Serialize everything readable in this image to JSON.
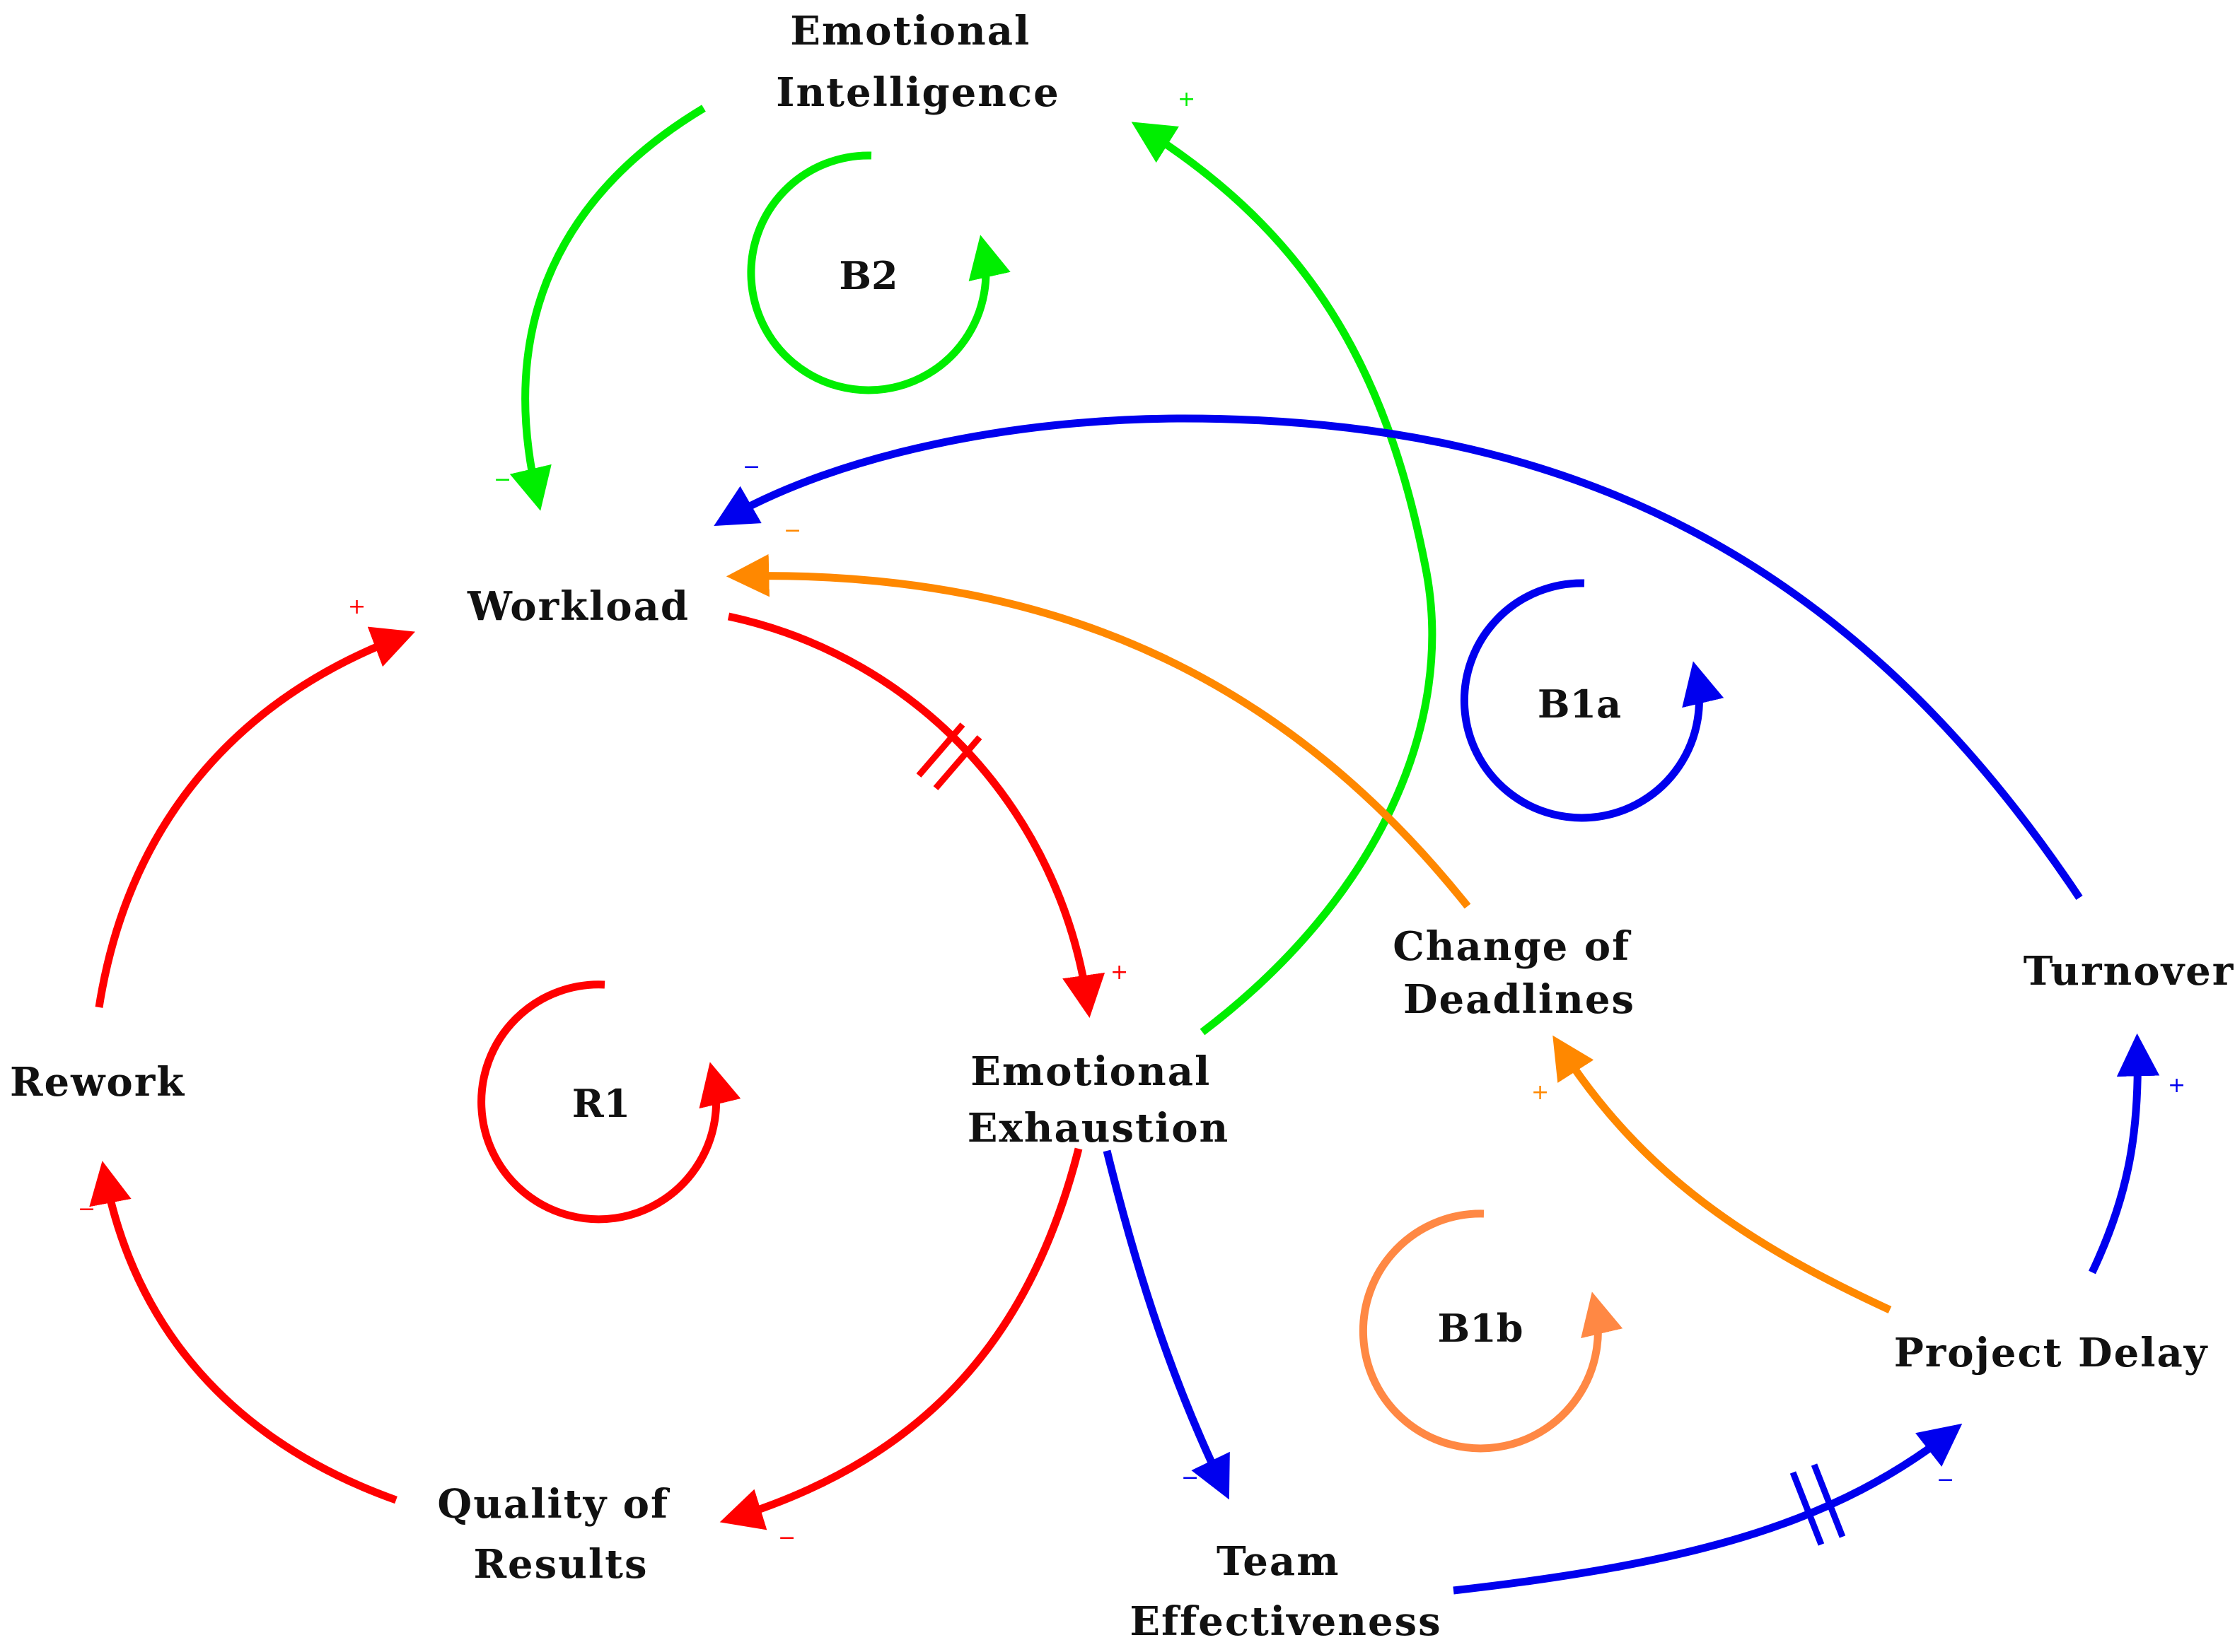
{
  "colors": {
    "red": "#ff0000",
    "green": "#00ee00",
    "blue": "#0000ee",
    "orange": "#ff8800",
    "coral": "#ff8844"
  },
  "nodes": {
    "emotional_intelligence": [
      "Emotional",
      "Intelligence"
    ],
    "workload": [
      "Workload"
    ],
    "rework": [
      "Rework"
    ],
    "quality_of_results": [
      "Quality of",
      "Results"
    ],
    "emotional_exhaustion": [
      "Emotional",
      "Exhaustion"
    ],
    "change_of_deadlines": [
      "Change of",
      "Deadlines"
    ],
    "turnover": [
      "Turnover"
    ],
    "project_delay": [
      "Project Delay"
    ],
    "team_effectiveness": [
      "Team",
      "Effectiveness"
    ]
  },
  "loops": {
    "b2": "B2",
    "r1": "R1",
    "b1a": "B1a",
    "b1b": "B1b"
  },
  "links": [
    {
      "from": "Emotional Intelligence",
      "to": "Workload",
      "polarity": "−",
      "color": "green"
    },
    {
      "from": "Emotional Exhaustion",
      "to": "Emotional Intelligence",
      "polarity": "+",
      "color": "green"
    },
    {
      "from": "Turnover",
      "to": "Workload",
      "polarity": "−",
      "color": "blue"
    },
    {
      "from": "Change of Deadlines",
      "to": "Workload",
      "polarity": "−",
      "color": "orange"
    },
    {
      "from": "Rework",
      "to": "Workload",
      "polarity": "+",
      "color": "red"
    },
    {
      "from": "Workload",
      "to": "Emotional Exhaustion",
      "polarity": "+",
      "color": "red",
      "delay": true
    },
    {
      "from": "Emotional Exhaustion",
      "to": "Quality of Results",
      "polarity": "−",
      "color": "red"
    },
    {
      "from": "Quality of Results",
      "to": "Rework",
      "polarity": "−",
      "color": "red"
    },
    {
      "from": "Emotional Exhaustion",
      "to": "Team Effectiveness",
      "polarity": "−",
      "color": "blue"
    },
    {
      "from": "Team Effectiveness",
      "to": "Project Delay",
      "polarity": "−",
      "color": "blue",
      "delay": true
    },
    {
      "from": "Project Delay",
      "to": "Turnover",
      "polarity": "+",
      "color": "blue"
    },
    {
      "from": "Project Delay",
      "to": "Change of Deadlines",
      "polarity": "+",
      "color": "orange"
    }
  ]
}
